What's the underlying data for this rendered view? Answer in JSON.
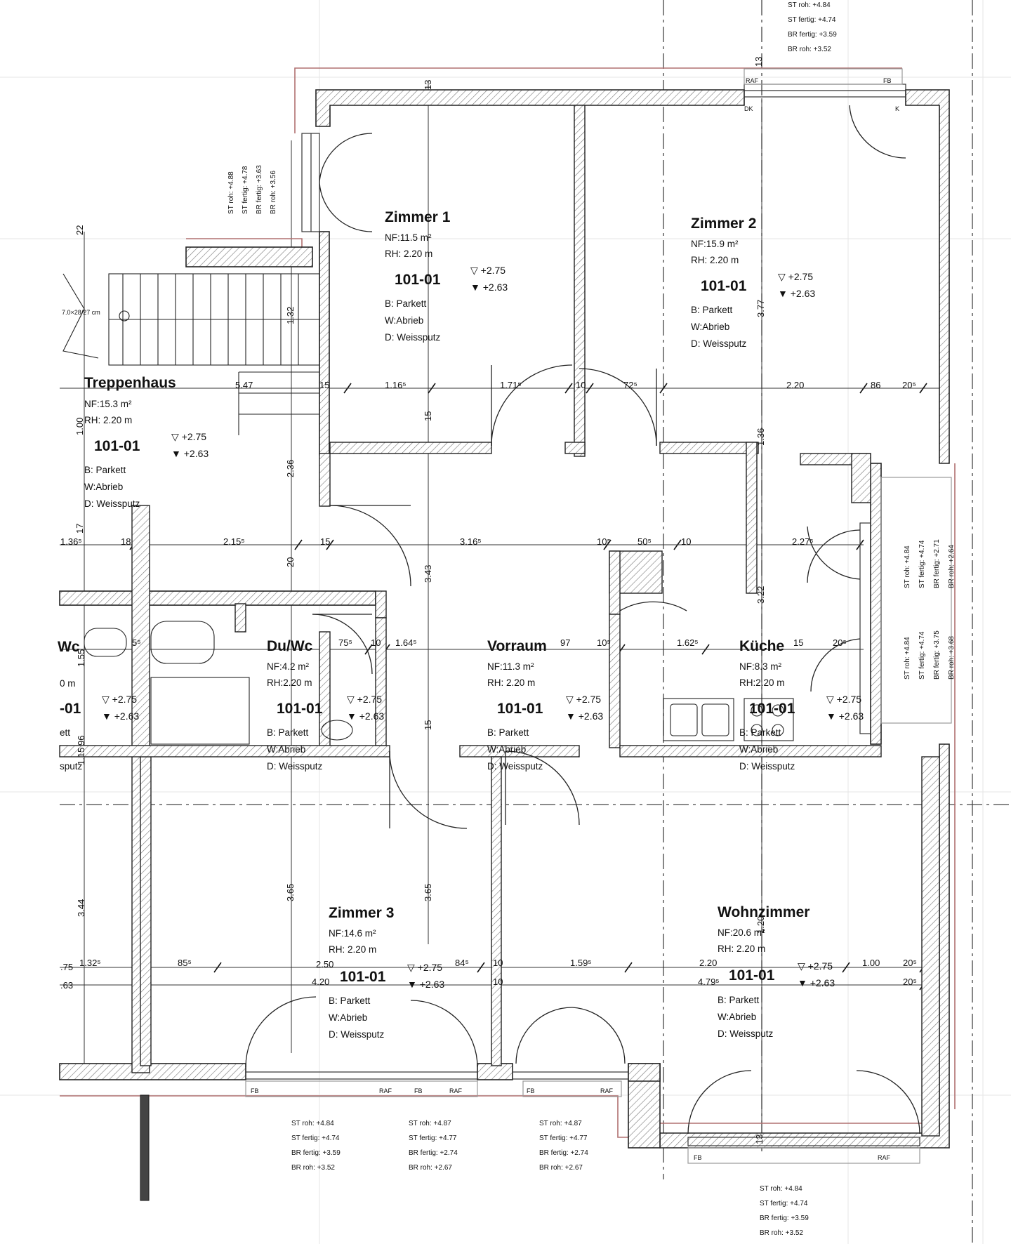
{
  "rooms": {
    "zimmer1": {
      "name": "Zimmer 1",
      "nf": "NF:11.5 m²",
      "rh": "RH:  2.20 m",
      "code": "101-01",
      "lvl1": "+2.75",
      "lvl2": "+2.63",
      "floor": "B: Parkett",
      "wall": "W:Abrieb",
      "ceiling": "D: Weissputz"
    },
    "zimmer2": {
      "name": "Zimmer 2",
      "nf": "NF:15.9 m²",
      "rh": "RH:  2.20 m",
      "code": "101-01",
      "lvl1": "+2.75",
      "lvl2": "+2.63",
      "floor": "B: Parkett",
      "wall": "W:Abrieb",
      "ceiling": "D: Weissputz"
    },
    "treppenhaus": {
      "name": "Treppenhaus",
      "nf": "NF:15.3 m²",
      "rh": "RH:  2.20 m",
      "code": "101-01",
      "lvl1": "+2.75",
      "lvl2": "+2.63",
      "floor": "B: Parkett",
      "wall": "W:Abrieb",
      "ceiling": "D: Weissputz"
    },
    "wc": {
      "name": "Wc",
      "nf": "0 m",
      "code": "-01",
      "lvl1": "+2.75",
      "lvl2": "+2.63",
      "floor": "ett",
      "ceiling": "sputz"
    },
    "duwc": {
      "name": "Du/Wc",
      "nf": "NF:4.2 m²",
      "rh": "RH:2.20 m",
      "code": "101-01",
      "lvl1": "+2.75",
      "lvl2": "+2.63",
      "floor": "B: Parkett",
      "wall": "W:Abrieb",
      "ceiling": "D: Weissputz"
    },
    "vorraum": {
      "name": "Vorraum",
      "nf": "NF:11.3 m²",
      "rh": "RH:  2.20 m",
      "code": "101-01",
      "lvl1": "+2.75",
      "lvl2": "+2.63",
      "floor": "B: Parkett",
      "wall": "W:Abrieb",
      "ceiling": "D: Weissputz"
    },
    "kueche": {
      "name": "Küche",
      "nf": "NF:8.3 m²",
      "rh": "RH:2.20 m",
      "code": "101-01",
      "lvl1": "+2.75",
      "lvl2": "+2.63",
      "floor": "B: Parkett",
      "wall": "W:Abrieb",
      "ceiling": "D: Weissputz"
    },
    "zimmer3": {
      "name": "Zimmer 3",
      "nf": "NF:14.6 m²",
      "rh": "RH:  2.20 m",
      "code": "101-01",
      "lvl1": "+2.75",
      "lvl2": "+2.63",
      "floor": "B: Parkett",
      "wall": "W:Abrieb",
      "ceiling": "D: Weissputz"
    },
    "wohnzimmer": {
      "name": "Wohnzimmer",
      "nf": "NF:20.6 m²",
      "rh": "RH:  2.20 m",
      "code": "101-01",
      "lvl1": "+2.75",
      "lvl2": "+2.63",
      "floor": "B: Parkett",
      "wall": "W:Abrieb",
      "ceiling": "D: Weissputz"
    }
  },
  "window_levels": {
    "top": [
      "ST roh:  +4.84",
      "ST fertig: +4.74",
      "BR fertig: +3.59",
      "BR roh:  +3.52"
    ],
    "left": [
      "ST roh: +4.88",
      "ST fertig: +4.78",
      "BR fertig: +3.63",
      "BR roh: +3.56"
    ],
    "right1": [
      "ST roh: +4.84",
      "ST fertig: +4.74",
      "BR fertig: +2.71",
      "BR roh: +2.64"
    ],
    "right2": [
      "ST roh: +4.84",
      "ST fertig: +4.74",
      "BR fertig: +3.75",
      "BR roh: +3.68"
    ],
    "bottom1": [
      "ST roh:  +4.84",
      "ST fertig:  +4.74",
      "BR fertig: +3.59",
      "BR roh:   +3.52"
    ],
    "bottom2": [
      "ST roh:  +4.87",
      "ST fertig:  +4.77",
      "BR fertig: +2.74",
      "BR roh:   +2.67"
    ],
    "bottom3": [
      "ST roh:  +4.87",
      "ST fertig:  +4.77",
      "BR fertig: +2.74",
      "BR roh:   +2.67"
    ],
    "bottom4": [
      "ST roh:  +4.84",
      "ST fertig:  +4.74",
      "BR fertig: +3.59",
      "BR roh:   +3.52"
    ]
  },
  "dimensions": {
    "row1": [
      "5.47",
      "15",
      "1.16⁵",
      "1.71⁵",
      "10",
      "72⁵",
      "2.20",
      "86",
      "20⁵"
    ],
    "row2": [
      "1.36⁵",
      "18",
      "2.15⁵",
      "15",
      "3.16⁵",
      "10⁵",
      "50⁵",
      "10",
      "2.27⁵"
    ],
    "row3": [
      "5⁵",
      "75⁵",
      "10",
      "1.64⁵",
      "97",
      "10⁵",
      "1.62⁵",
      "15",
      "20⁵"
    ],
    "row4": [
      ".75",
      "1.32⁵",
      "85⁵",
      "2.50",
      "84⁵",
      "10",
      "1.59⁵",
      "2.20",
      "1.00",
      "20⁵"
    ],
    "row5": [
      ".63",
      "4.20",
      "10",
      "4.79⁵",
      "20⁵"
    ],
    "vertical": [
      "22",
      "1.32",
      "1.00",
      "2.36",
      "17",
      "20",
      "1.55",
      "96",
      "1.15",
      "3.44",
      "3.65",
      "3.65",
      "3.43",
      "15",
      "15",
      "3.77",
      "3.22",
      "1.36",
      "1.20",
      "13",
      "13",
      "13"
    ],
    "stair": "7.0×28/27 cm"
  },
  "window_tags": {
    "raf": "RAF",
    "fb": "FB",
    "dk": "DK",
    "k": "K"
  }
}
